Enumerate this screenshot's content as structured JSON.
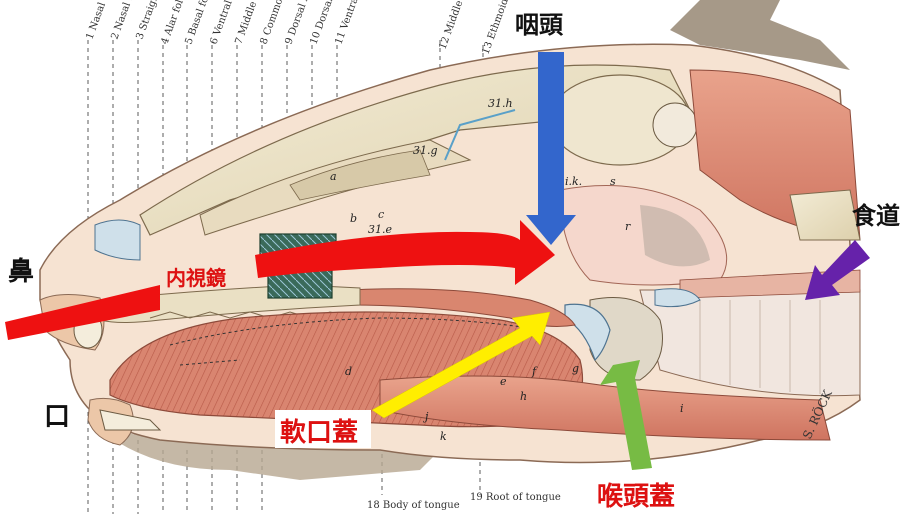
{
  "numbered_labels": [
    {
      "num": "1",
      "text": "Nasal vestib"
    },
    {
      "num": "2",
      "text": "Nasal septu"
    },
    {
      "num": "3",
      "text": "Straight fold"
    },
    {
      "num": "4",
      "text": "Alar fold"
    },
    {
      "num": "5",
      "text": "Basal fold"
    },
    {
      "num": "6",
      "text": "Ventral nasal"
    },
    {
      "num": "7",
      "text": "Middle nasal"
    },
    {
      "num": "8",
      "text": "Common nas"
    },
    {
      "num": "9",
      "text": "Dorsal nas"
    },
    {
      "num": "10",
      "text": "Dorsal nasal"
    },
    {
      "num": "11",
      "text": "Ventral nasal"
    },
    {
      "num": "12",
      "text": "Middle nasa"
    },
    {
      "num": "13",
      "text": "Ethmoidal co"
    }
  ],
  "bottom_labels": {
    "body_of_tongue": "18 Body of tongue",
    "root_of_tongue": "19 Root of tongue"
  },
  "diagram_letters": [
    "31.h",
    "31.g",
    "31.e",
    "a",
    "b",
    "c",
    "d",
    "e",
    "f",
    "g",
    "h",
    "i",
    "j",
    "k",
    "r",
    "s",
    "i.k."
  ],
  "signature": "S. RÖCK",
  "annotations": {
    "nose": "鼻",
    "mouth": "口",
    "endoscope": "内視鏡",
    "pharynx": "咽頭",
    "esophagus": "食道",
    "soft_palate": "軟口蓋",
    "epiglottis": "喉頭蓋"
  },
  "colors": {
    "endoscope_arrow": "#ee1111",
    "pharynx_arrow": "#3366cc",
    "esophagus_arrow": "#6622aa",
    "soft_palate_arrow": "#ffee00",
    "epiglottis_arrow": "#77bb44",
    "annotation_red": "#dd1111",
    "muscle": "#e0907a",
    "bone": "#eae2c8",
    "mucosa": "#f2c4b4"
  }
}
